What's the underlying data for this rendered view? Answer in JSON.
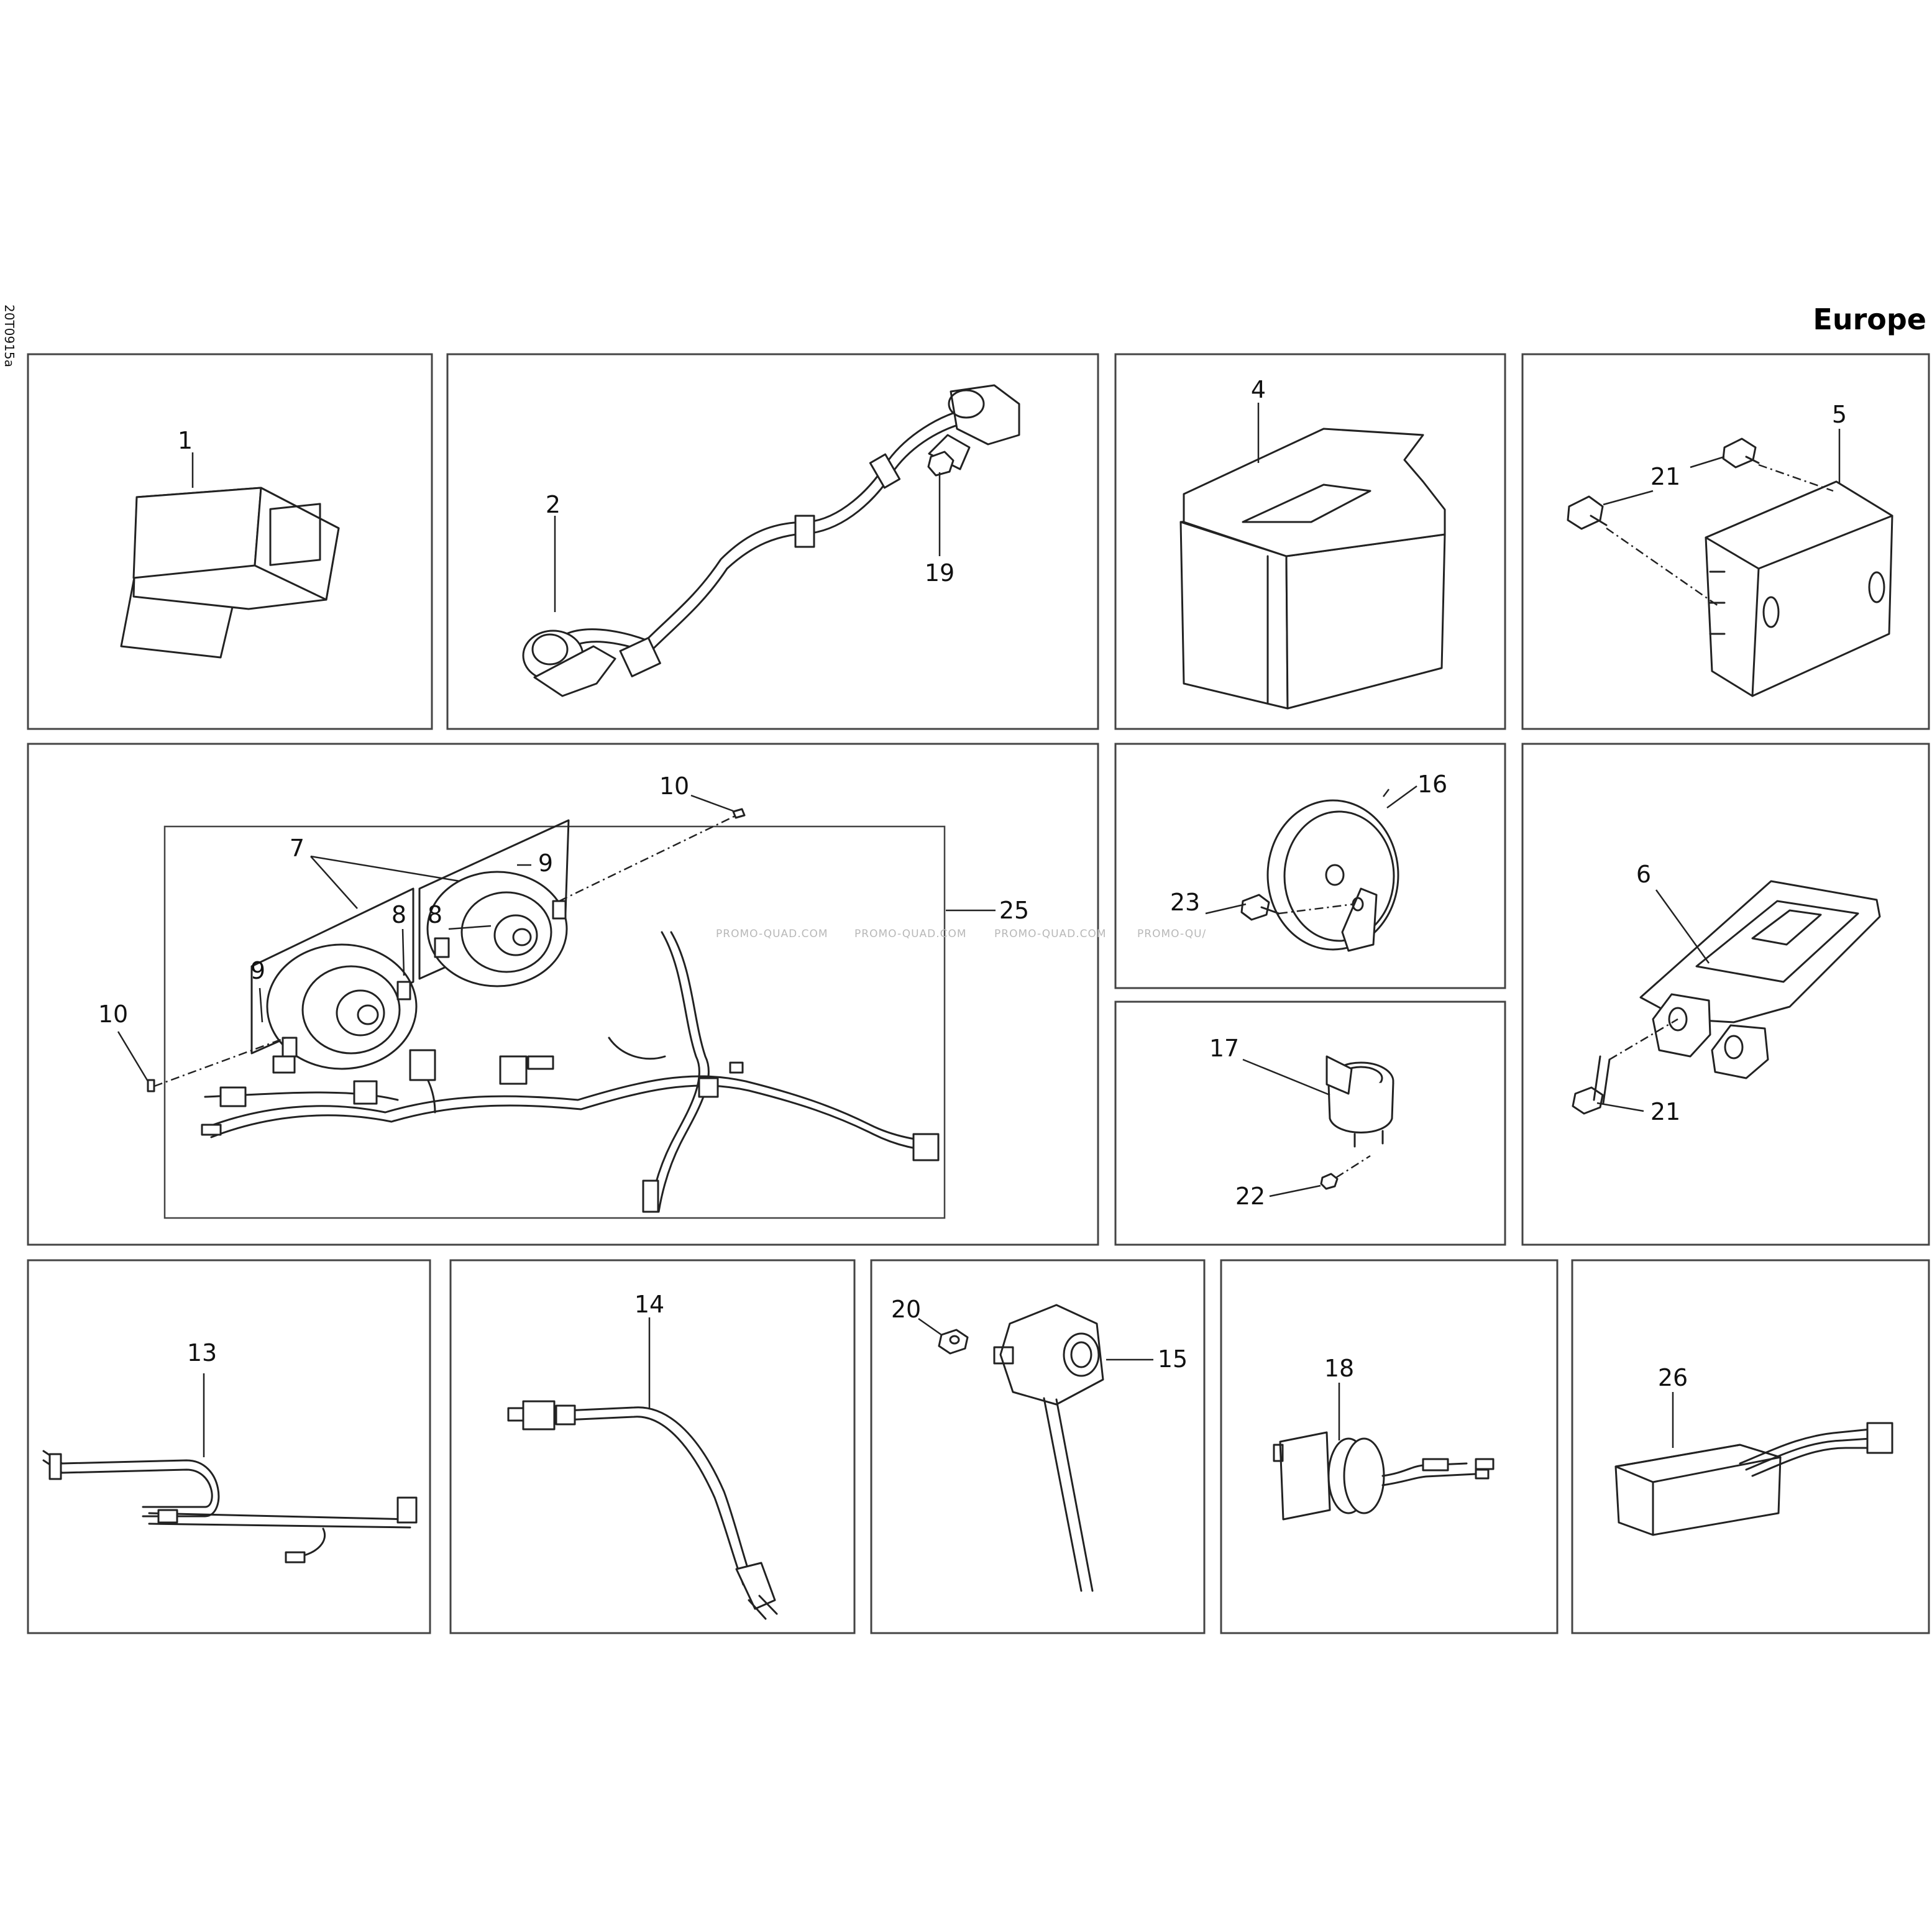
{
  "drawing_code": "20T0915a",
  "region_label": "Europe",
  "watermark": [
    "PROMO-QUAD.COM",
    "PROMO-QUAD.COM",
    "PROMO-QUAD.COM",
    "PROMO-QU/"
  ],
  "panels": [
    {
      "name": "panel-cdi-module",
      "callouts": [
        "1"
      ]
    },
    {
      "name": "panel-ignition-coil",
      "callouts": [
        "2",
        "19"
      ]
    },
    {
      "name": "panel-battery",
      "callouts": [
        "4"
      ]
    },
    {
      "name": "panel-voltage-regulator",
      "callouts": [
        "5",
        "21"
      ]
    },
    {
      "name": "panel-headlamps-harness",
      "callouts": [
        "10",
        "7",
        "9",
        "8",
        "8",
        "9",
        "25",
        "10"
      ]
    },
    {
      "name": "panel-horn",
      "callouts": [
        "16",
        "23"
      ]
    },
    {
      "name": "panel-solenoid",
      "callouts": [
        "17",
        "22"
      ]
    },
    {
      "name": "panel-bracket",
      "callouts": [
        "6",
        "21"
      ]
    },
    {
      "name": "panel-ground-harness",
      "callouts": [
        "13"
      ]
    },
    {
      "name": "panel-temperature-sensor",
      "callouts": [
        "14"
      ]
    },
    {
      "name": "panel-speed-sensor",
      "callouts": [
        "20",
        "15"
      ]
    },
    {
      "name": "panel-connector-socket",
      "callouts": [
        "18"
      ]
    },
    {
      "name": "panel-relay-module",
      "callouts": [
        "26"
      ]
    }
  ]
}
